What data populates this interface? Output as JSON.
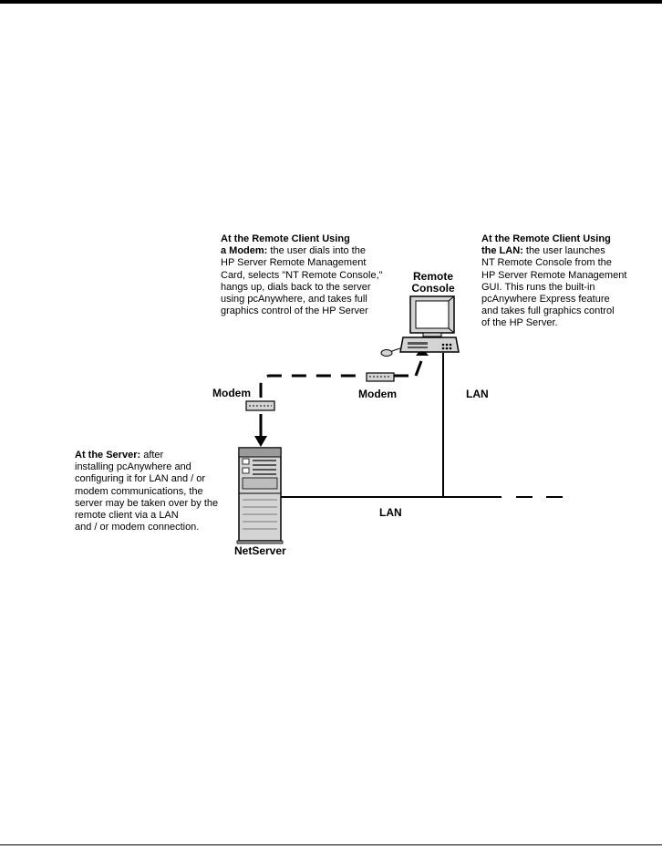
{
  "modem_note": {
    "heading_l1": "At the Remote Client Using",
    "heading_l2": "a Modem:",
    "l2_rest": " the user dials into the",
    "l3": "HP Server Remote Management",
    "l4": "Card, selects \"NT Remote Console,\"",
    "l5": "hangs up, dials back to the server",
    "l6": "using pcAnywhere, and takes full",
    "l7": "graphics control of the HP Server"
  },
  "lan_note": {
    "heading_l1": "At the Remote Client Using",
    "heading_l2": "the LAN:",
    "l2_rest": " the user launches",
    "l3": "NT Remote Console from the",
    "l4": "HP Server Remote Management",
    "l5": "GUI. This runs the built-in",
    "l6": "pcAnywhere Express feature",
    "l7": "and takes full graphics control",
    "l8": "of the HP Server."
  },
  "server_note": {
    "heading": "At the Server:",
    "l1_rest": " after",
    "l2": "installing pcAnywhere and",
    "l3": "configuring it for LAN and / or",
    "l4": "modem communications, the",
    "l5": "server may be taken over by the",
    "l6": "remote client via a LAN",
    "l7": "and / or modem connection."
  },
  "labels": {
    "remote_console_l1": "Remote",
    "remote_console_l2": "Console",
    "modem_left": "Modem",
    "modem_right": "Modem",
    "lan_vertical": "LAN",
    "lan_horizontal": "LAN",
    "netserver": "NetServer"
  },
  "colors": {
    "device_fill": "#d4d4d4",
    "device_dark": "#9a9a9a",
    "line": "#000000"
  }
}
